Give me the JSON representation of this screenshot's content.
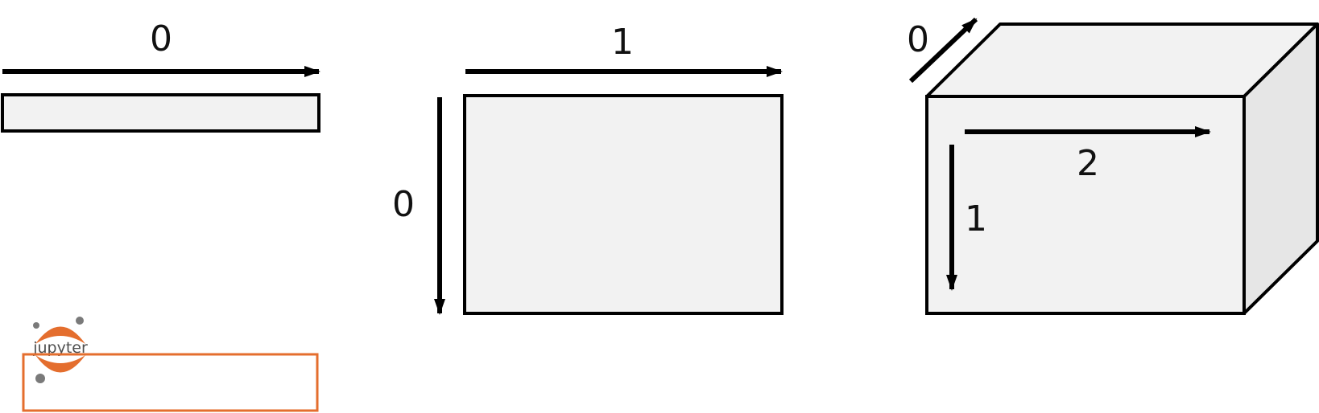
{
  "diagrams": {
    "one_d": {
      "axis_label": "0"
    },
    "two_d": {
      "axis_row_label": "0",
      "axis_col_label": "1"
    },
    "three_d": {
      "axis_depth_label": "0",
      "axis_row_label": "1",
      "axis_col_label": "2"
    }
  },
  "logo": {
    "text": "jupyter"
  },
  "colors": {
    "stroke": "#000000",
    "face_fill": "#f2f2f2",
    "side_fill": "#e6e6e6",
    "accent_orange": "#e46e2e",
    "logo_gray": "#7a7a7a"
  }
}
